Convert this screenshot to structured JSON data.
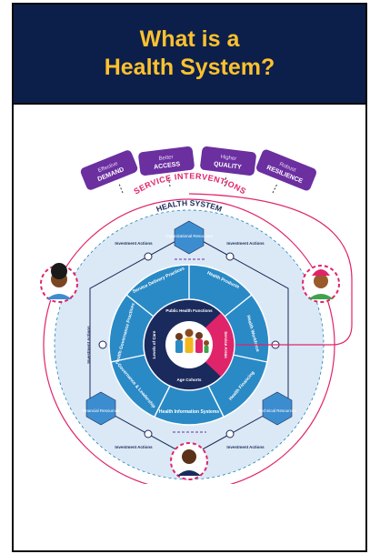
{
  "header": {
    "title_line1": "What is a",
    "title_line2": "Health System?",
    "background_color": "#0c1f4a",
    "text_color": "#fdc12e"
  },
  "diagram": {
    "outcomes": [
      {
        "small": "Effective",
        "main": "DEMAND"
      },
      {
        "small": "Better",
        "main": "ACCESS"
      },
      {
        "small": "Higher",
        "main": "QUALITY"
      },
      {
        "small": "Robust",
        "main": "RESILIENCE"
      }
    ],
    "service_interventions": "SERVICE INTERVENTIONS",
    "health_system": "HEALTH SYSTEM",
    "resources": {
      "top": "Organizational Resources",
      "left": "Financial Resources",
      "right": "Technical Resources"
    },
    "investment_actions": "Investment Actions",
    "ring_segments": [
      "Service Delivery Practices",
      "Health Products",
      "Health Workforce",
      "Health Financing",
      "Health Information Systems",
      "Governance & Leadership",
      "Health Governance Practices"
    ],
    "inner": {
      "top": "Public Health Functions",
      "bottom": "Age Cohorts",
      "left": "Levels of Care",
      "right": "Service Areas"
    },
    "colors": {
      "outcome_purple": "#6b2fa0",
      "ring_teal": "#1e7fb8",
      "inner_navy": "#1b2a5c",
      "accent_pink": "#e0246a",
      "outer_ring": "#dbe9f6"
    }
  }
}
